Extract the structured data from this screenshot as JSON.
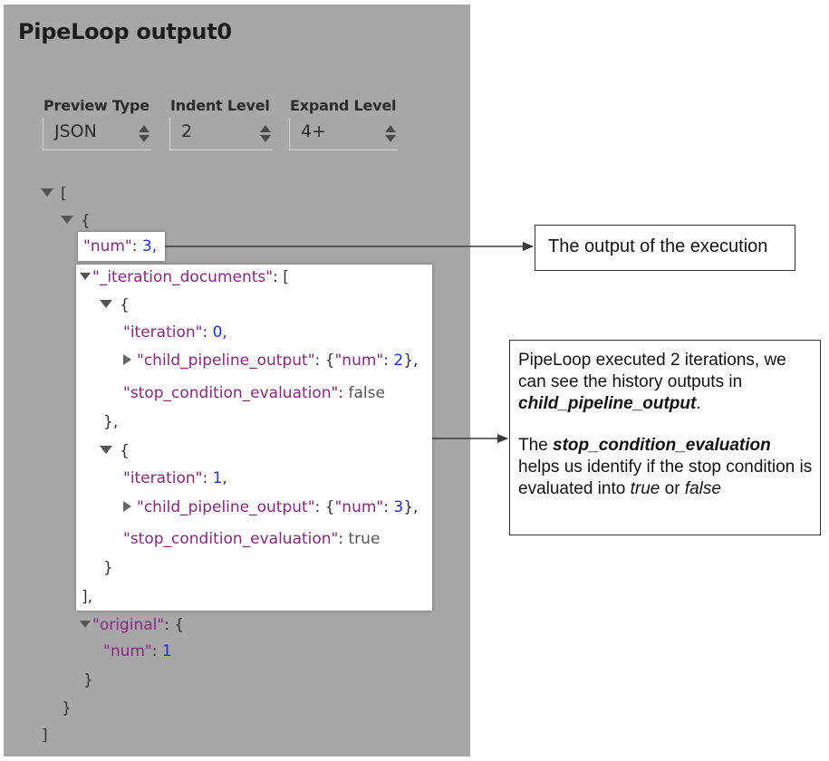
{
  "panel": {
    "title": "PipeLoop output0"
  },
  "controls": {
    "preview_type": {
      "label": "Preview Type",
      "value": "JSON"
    },
    "indent_level": {
      "label": "Indent Level",
      "value": "2"
    },
    "expand_level": {
      "label": "Expand Level",
      "value": "4+"
    }
  },
  "tree": {
    "open_bracket": "[",
    "open_brace": "{",
    "num_key": "\"num\"",
    "num_value": "3,",
    "iter_docs_key": "\"_iteration_documents\"",
    "iter_docs_open": "[",
    "doc0": {
      "open": "{",
      "iteration_key": "\"iteration\"",
      "iteration_value": "0,",
      "child_key": "\"child_pipeline_output\"",
      "child_open": "{",
      "child_num_key": "\"num\"",
      "child_num_value": "2",
      "child_close": "},",
      "stop_key": "\"stop_condition_evaluation\"",
      "stop_value": "false",
      "close": "},"
    },
    "doc1": {
      "open": "{",
      "iteration_key": "\"iteration\"",
      "iteration_value": "1,",
      "child_key": "\"child_pipeline_output\"",
      "child_open": "{",
      "child_num_key": "\"num\"",
      "child_num_value": "3",
      "child_close": "},",
      "stop_key": "\"stop_condition_evaluation\"",
      "stop_value": "true",
      "close": "}"
    },
    "iter_docs_close": "],",
    "original_key": "\"original\"",
    "original_open": "{",
    "original_num_key": "\"num\"",
    "original_num_value": "1",
    "original_close": "}",
    "close_brace": "}",
    "close_bracket": "]"
  },
  "annotations": {
    "callout1": "The output of the execution",
    "callout2": {
      "line1": "PipeLoop executed 2 iterations, we can see the history outputs in ",
      "line1_bold": "child_pipeline_output",
      "line1_end": ".",
      "line2_start": "The ",
      "line2_bold": "stop_condition_evaluation",
      "line2_mid": " helps us identify if the stop condition is evaluated into ",
      "line2_true": "true",
      "line2_or": " or ",
      "line2_false": "false"
    }
  },
  "colors": {
    "panel_bg": "#a7a7a7",
    "key": "#8a2780",
    "number": "#1d35d6",
    "boolean": "#555555"
  }
}
